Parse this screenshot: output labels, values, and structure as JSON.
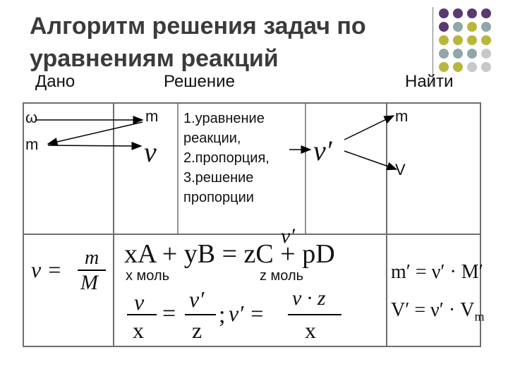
{
  "title": "Алгоритм решения задач по уравнениям реакций",
  "headers": {
    "given": "Дано",
    "solution": "Решение",
    "find": "Найти"
  },
  "given": {
    "omega": "ω",
    "mass": "m"
  },
  "solution": {
    "mass": "m",
    "nu": "ν",
    "steps": [
      "1.уравнение",
      "реакции,",
      "2.пропорция,",
      "3.решение",
      "пропорции"
    ],
    "nu_prime": "ν′"
  },
  "find": {
    "mass": "m",
    "volume": "V"
  },
  "formulas": {
    "nu_num": "m",
    "nu_den": "M",
    "nu_lhs": "ν =",
    "reaction": "xA + yB = zC + pD",
    "reaction_nu_prime": "ν′",
    "x_mol": "x моль",
    "z_mol": "z моль",
    "proportion_a_num": "ν",
    "proportion_a_den": "x",
    "proportion_b_num": "ν′",
    "proportion_b_den": "z",
    "eq": "=",
    "semi": ";",
    "nu_prime_lhs": "ν′ =",
    "proportion_c_num": "ν · z",
    "proportion_c_den": "x",
    "mass_formula": "m′ = ν′ · M′",
    "volume_formula_main": "V′ = ν′ · V",
    "volume_formula_sub": "m"
  },
  "colors": {
    "purple": "#5a3a6e",
    "teal": "#8fa7a7",
    "olive": "#b9b63c",
    "grey": "#c8c8c8"
  }
}
